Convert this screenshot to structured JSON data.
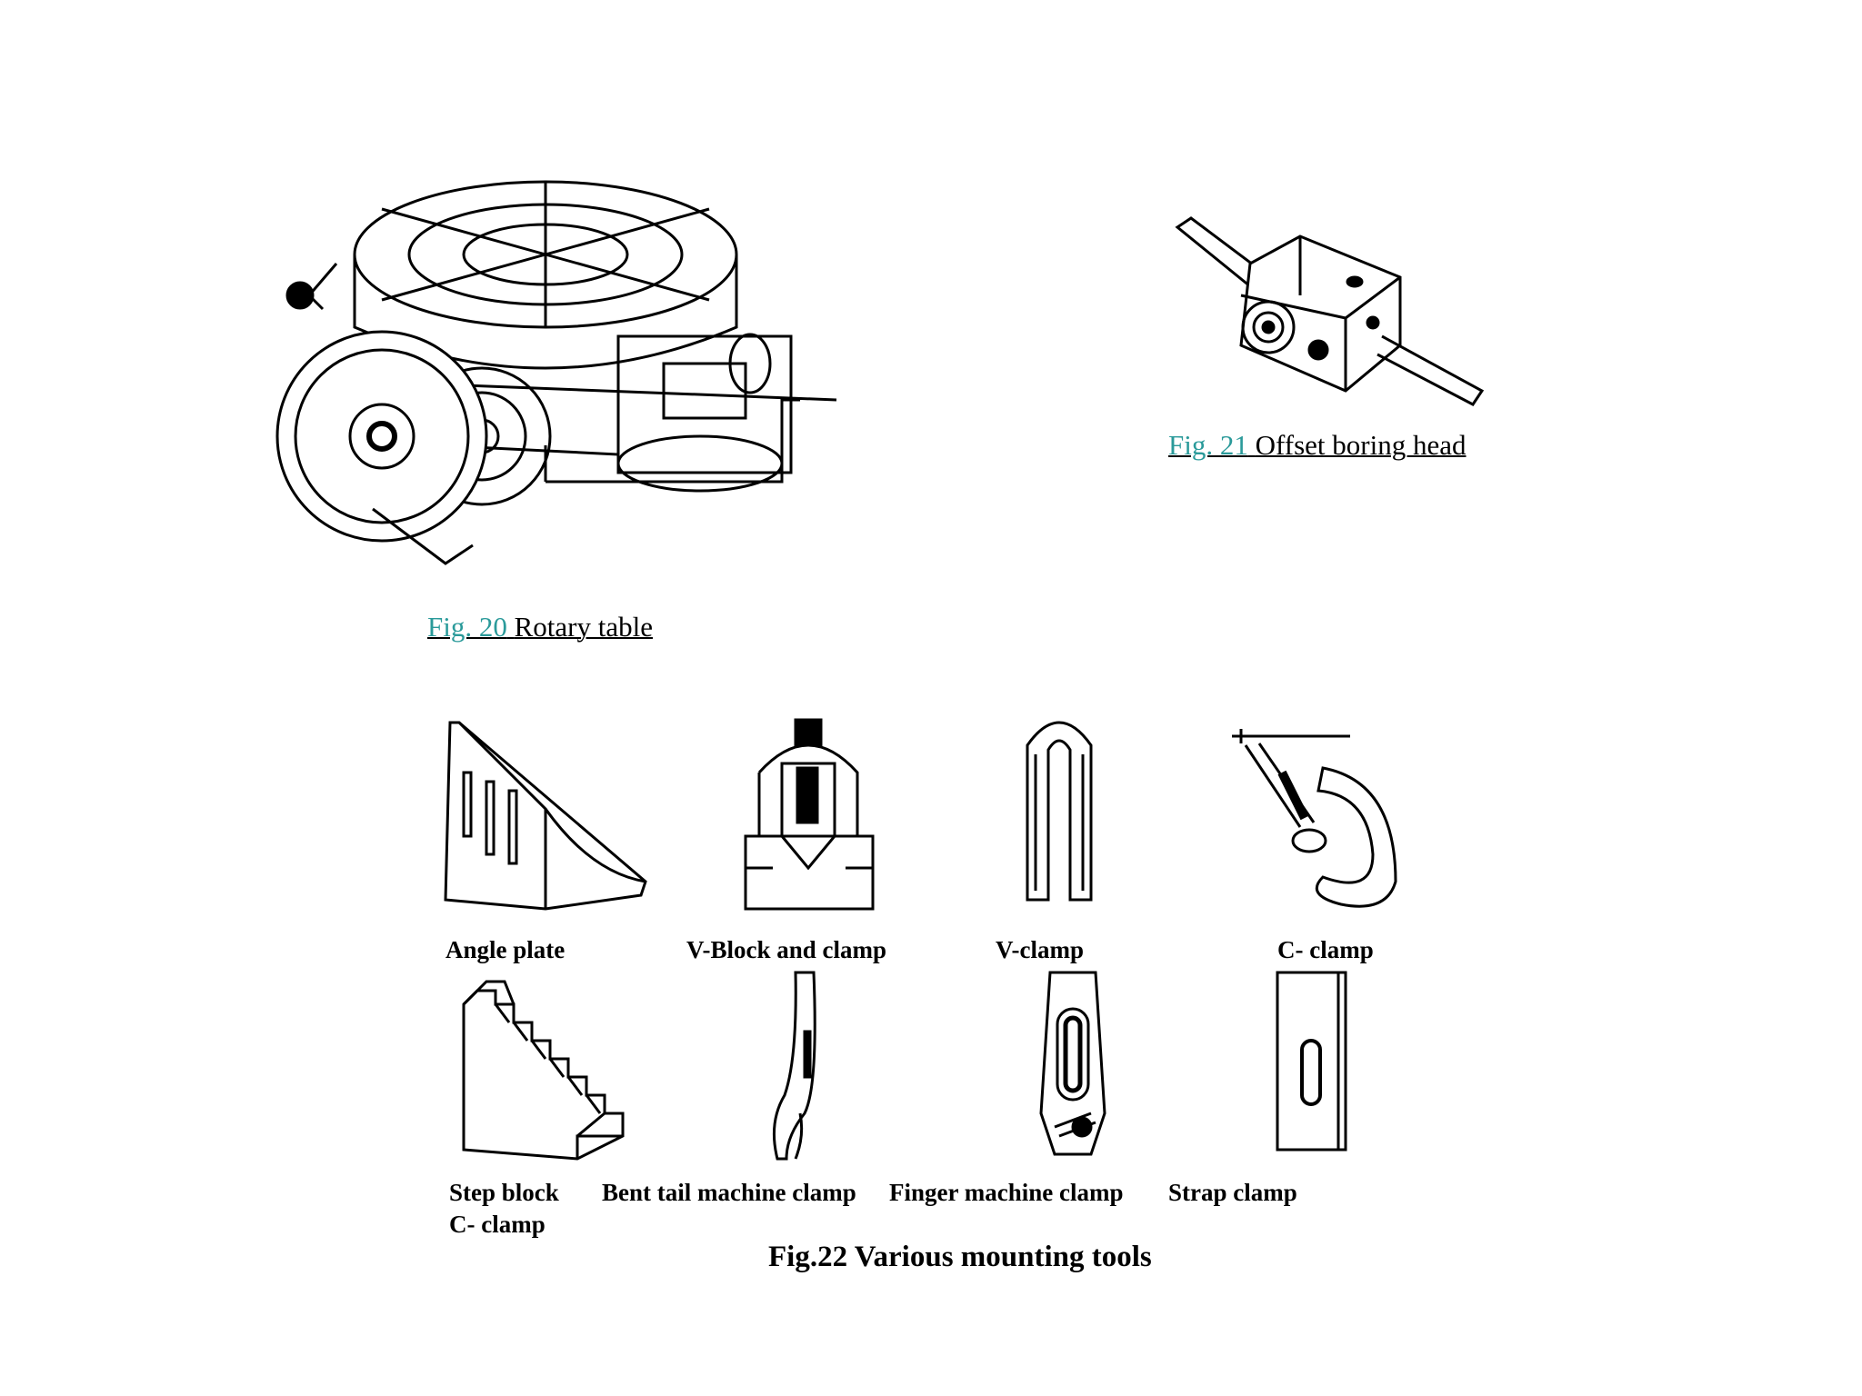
{
  "figures": {
    "fig20": {
      "number": "Fig. 20",
      "caption": "Rotary table"
    },
    "fig21": {
      "number": "Fig. 21",
      "caption": "Offset boring head"
    },
    "fig22": {
      "title": "Fig.22 Various mounting tools",
      "row1": [
        "Angle plate",
        "V-Block and clamp",
        "V-clamp",
        "C- clamp"
      ],
      "row2": [
        "Step block",
        "Bent tail machine clamp",
        "Finger machine clamp",
        "Strap clamp"
      ],
      "row2_extra": "C- clamp"
    }
  },
  "icons": {
    "rotary_table": "rotary-table-illustration",
    "boring_head": "offset-boring-head-illustration",
    "angle_plate": "angle-plate-illustration",
    "v_block": "v-block-and-clamp-illustration",
    "v_clamp": "v-clamp-illustration",
    "c_clamp": "c-clamp-illustration",
    "step_block": "step-block-illustration",
    "bent_tail": "bent-tail-clamp-illustration",
    "finger_clamp": "finger-clamp-illustration",
    "strap_clamp": "strap-clamp-illustration"
  },
  "colors": {
    "figure_link": "#2a9a9a",
    "text": "#000000"
  }
}
